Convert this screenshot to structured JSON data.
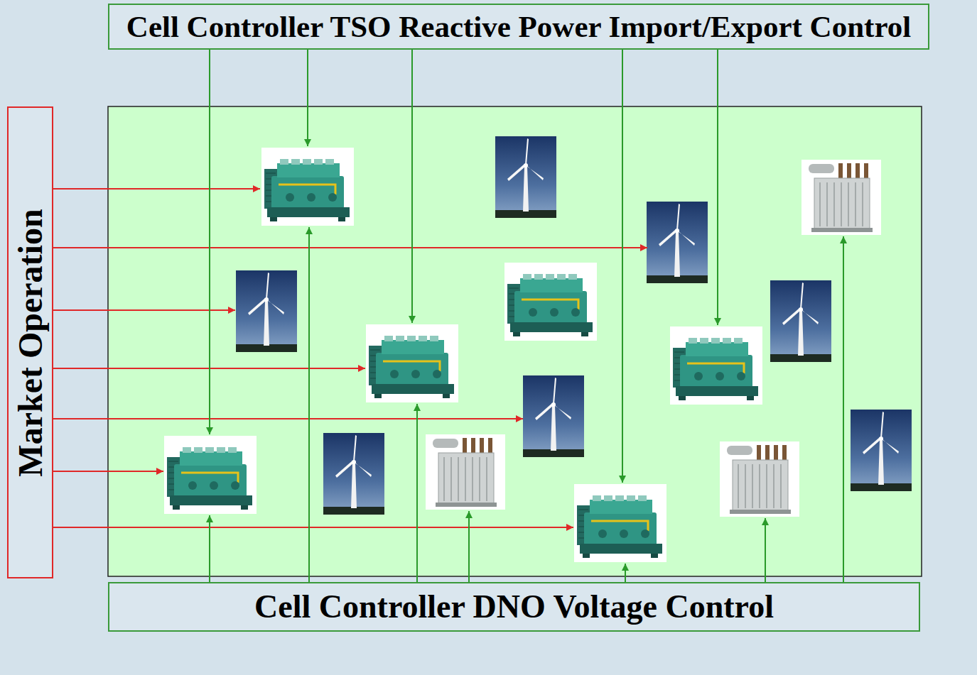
{
  "diagram": {
    "nodes": [
      {
        "text": [
          "Cell Controller TSO Reactive Power Import/Export Control"
        ]
      },
      {
        "text": [
          "Market Operation"
        ]
      },
      {
        "text": [
          "Cell Controller DNO Voltage Control"
        ]
      }
    ]
  }
}
